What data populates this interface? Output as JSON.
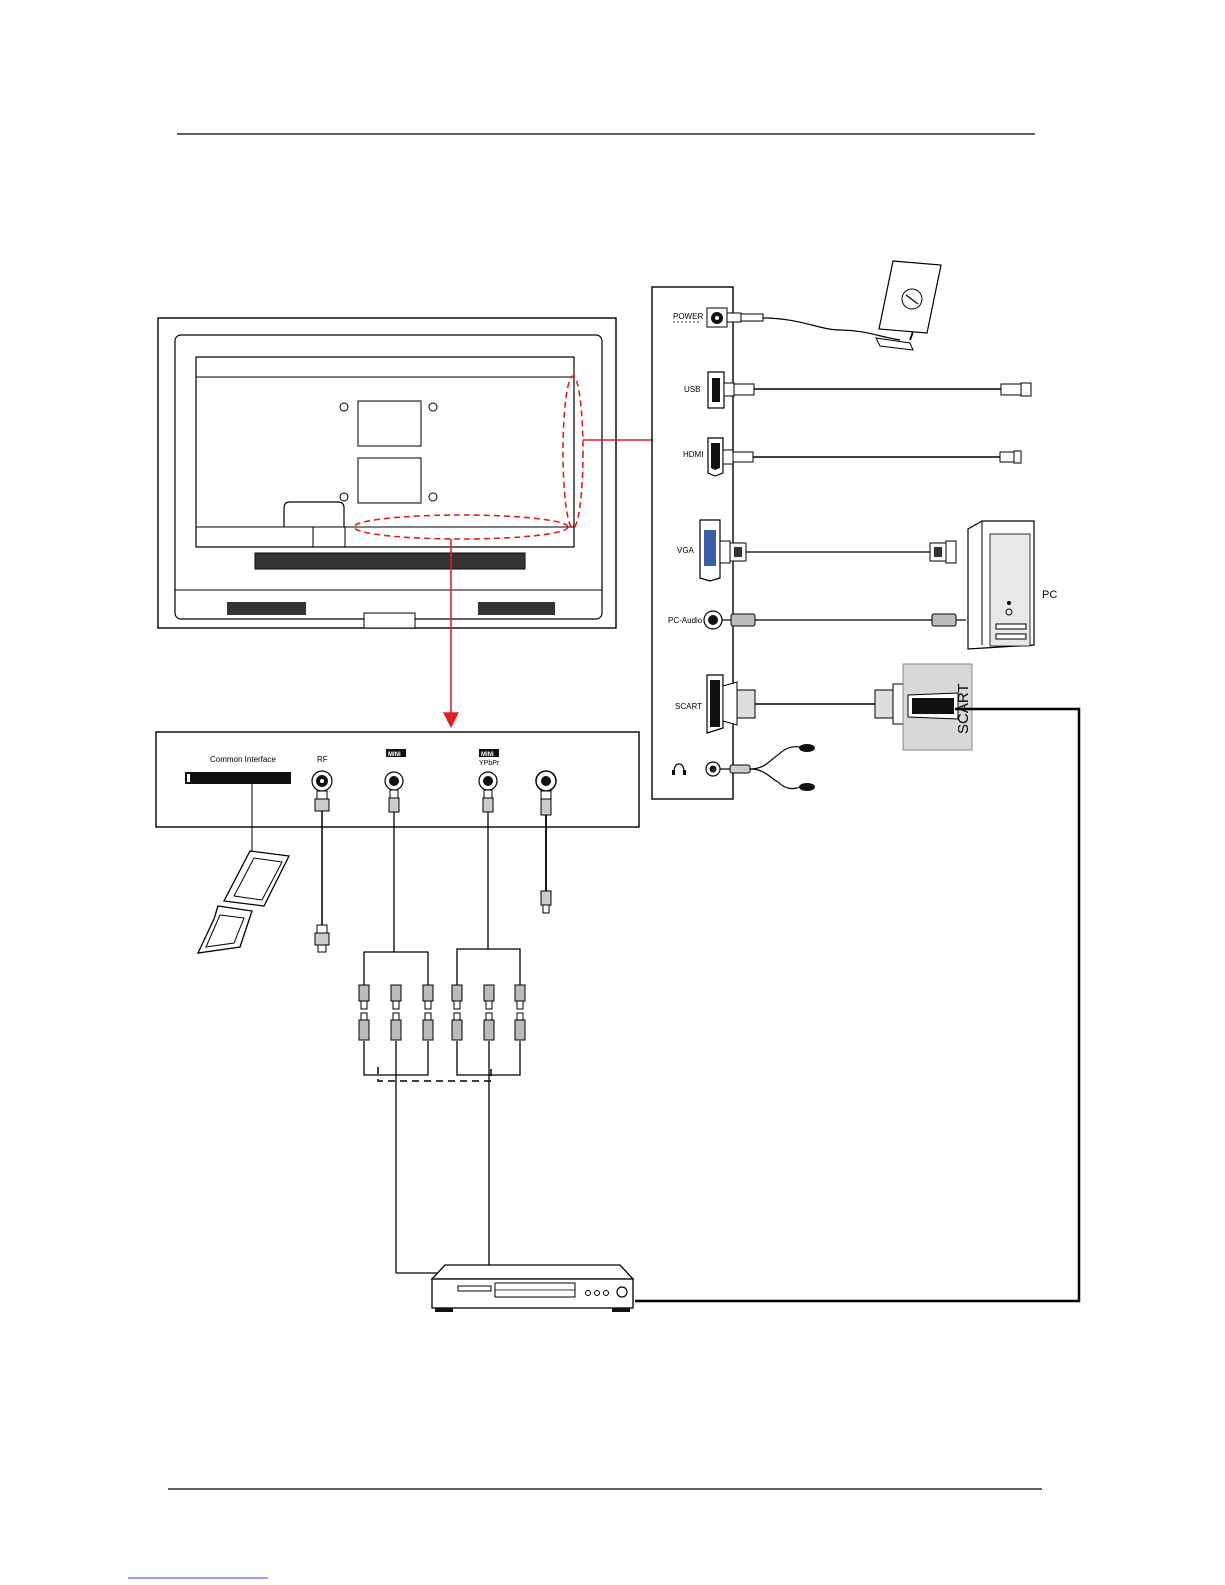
{
  "panel_side": {
    "power": "POWER",
    "usb": "USB",
    "hdmi": "HDMI",
    "vga": "VGA",
    "pc_audio": "PC-Audio",
    "scart": "SCART",
    "headphone_icon": "headphone-icon"
  },
  "panel_bottom": {
    "common_interface": "Common Interface",
    "rf": "RF",
    "mini_1": "MINI",
    "mini_2": "MINI",
    "ypbpr": "YPbPr"
  },
  "devices": {
    "pc_label": "PC",
    "scart_adapter_label": "SCART"
  },
  "colors": {
    "callout_red": "#e02020",
    "line": "#000000",
    "adapter_gray": "#d8d8d8"
  }
}
